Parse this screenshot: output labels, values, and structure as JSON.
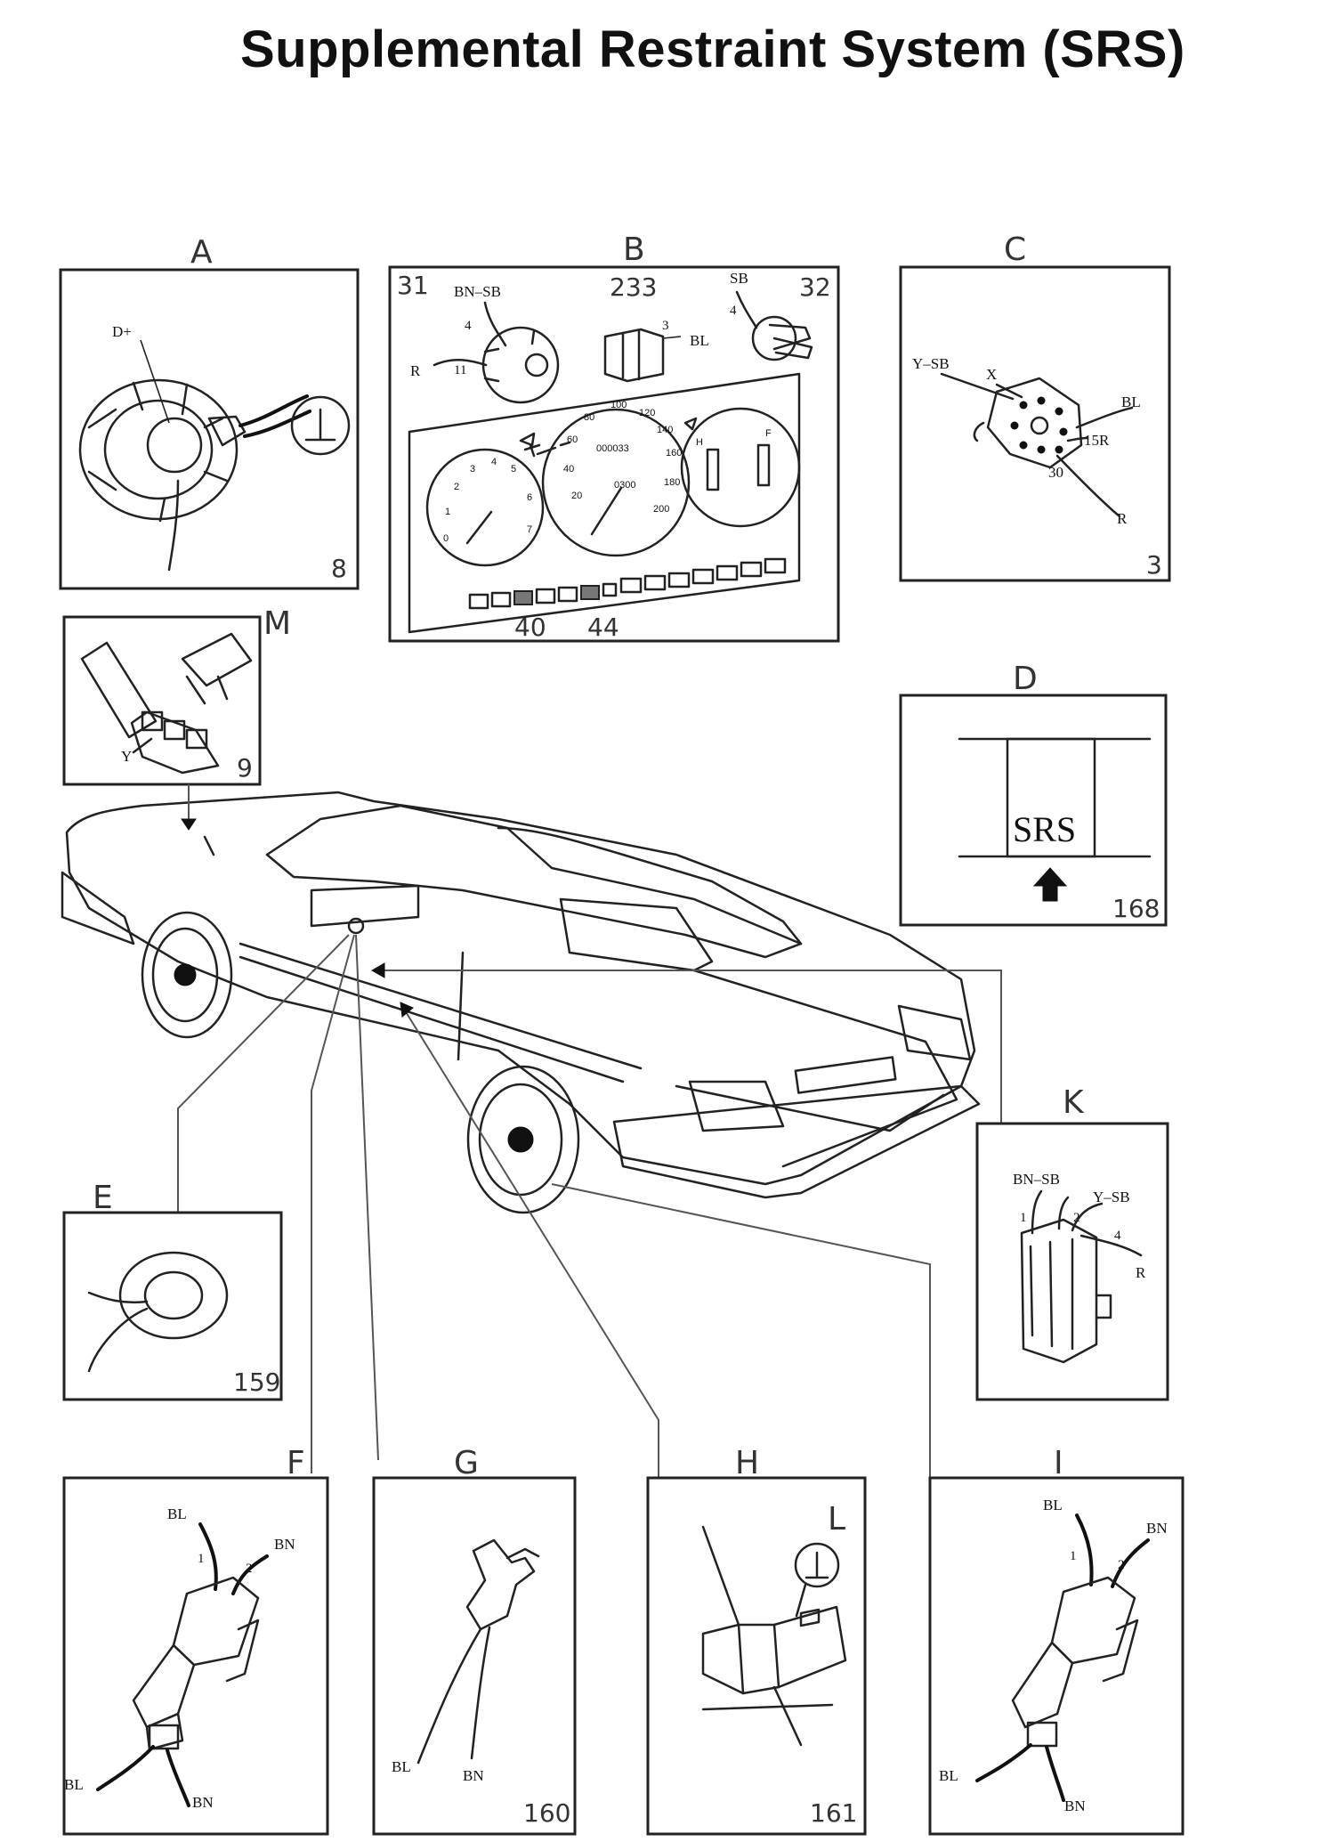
{
  "title": "Supplemental Restraint System (SRS)",
  "panels": {
    "A": {
      "letter": "A",
      "ref": "8",
      "labels": {
        "terminal": "D+"
      }
    },
    "B": {
      "letter": "B",
      "refs": {
        "left": "31",
        "center": "233",
        "right": "32",
        "lamp1": "40",
        "lamp2": "44"
      },
      "labels": {
        "bn_sb": "BN–SB",
        "r": "R",
        "sb": "SB",
        "bl": "BL"
      },
      "pins": {
        "p4a": "4",
        "p11": "11",
        "p3": "3",
        "p4b": "4"
      },
      "gauges": {
        "speedo_ticks": [
          "20",
          "40",
          "60",
          "80",
          "100",
          "120",
          "140",
          "160",
          "180",
          "200"
        ],
        "tacho_ticks": [
          "0",
          "1",
          "2",
          "3",
          "4",
          "5",
          "6",
          "7"
        ],
        "temp_h": "H",
        "fuel_f": "F",
        "odometer": "000033",
        "tripmeter": "0300"
      }
    },
    "C": {
      "letter": "C",
      "ref": "3",
      "labels": {
        "y_sb": "Y–SB",
        "x": "X",
        "bl": "BL",
        "r15": "15R",
        "p30": "30",
        "r": "R"
      }
    },
    "D": {
      "letter": "D",
      "ref": "168",
      "srs_label": "SRS"
    },
    "M": {
      "letter": "M",
      "ref": "9",
      "labels": {
        "y": "Y"
      }
    },
    "E": {
      "letter": "E",
      "ref": "159"
    },
    "K": {
      "letter": "K",
      "labels": {
        "bn_sb": "BN–SB",
        "y_sb": "Y–SB",
        "r": "R"
      },
      "pins": {
        "p1": "1",
        "p2": "2",
        "p4": "4"
      }
    },
    "F": {
      "letter": "F",
      "labels": {
        "bl_top": "BL",
        "bn_top": "BN",
        "bl_bot": "BL",
        "bn_bot": "BN"
      },
      "pins": {
        "p1": "1",
        "p2": "2"
      }
    },
    "G": {
      "letter": "G",
      "ref": "160",
      "labels": {
        "bl": "BL",
        "bn": "BN"
      }
    },
    "H": {
      "letter": "H",
      "ref": "161",
      "sub_letter": "L"
    },
    "I": {
      "letter": "I",
      "labels": {
        "bl_top": "BL",
        "bn_top": "BN",
        "bl_bot": "BL",
        "bn_bot": "BN"
      },
      "pins": {
        "p1": "1",
        "p2": "2"
      }
    }
  },
  "symbols": {
    "ground": "⊥",
    "arrow_up": "up-arrow"
  }
}
